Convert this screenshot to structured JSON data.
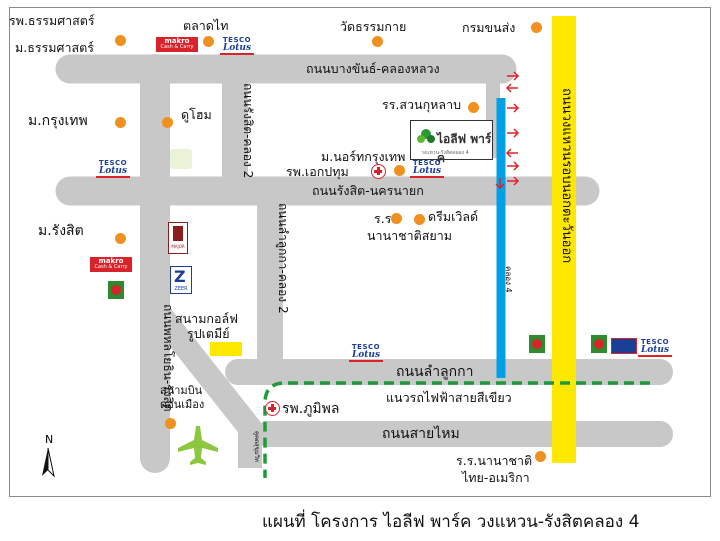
{
  "map": {
    "caption": "แผนที่ โครงการ ไอลีฟ พาร์ค วงแหวน-รังสิตคลอง 4",
    "north_label": "N",
    "roads": {
      "bangkhan": "ถนนบางขันธ์-คลองหลวง",
      "rangsit_nakhonnayok": "ถนนรังสิต-นครนายก",
      "lamlukka": "ถนนลำลูกกา",
      "saimai": "ถนนสายไหม",
      "rangsit_khlong2": "ถนนรังสิต-คลอง 2",
      "lamlukka_khlong2": "ถนนลำลูกกา-คลอง 2",
      "phahonyothin": "ถนนพหลโยธิน-รังสิต",
      "bts_route": "แนวรถไฟฟ้าสายสีเขียว",
      "ring_road": "ถนนวงแหวนรอบนอกตะวันออก",
      "canal4": "คลอง 4",
      "kukot": "คูคตสุขุมวิท"
    },
    "places": {
      "thammasat_hospital": "รพ.ธรรมศาสตร์",
      "thammasat_university": "ม.ธรรมศาสตร์",
      "talad_thai": "ตลาดไท",
      "wat_dhammakaya": "วัดธรรมกาย",
      "krom_khonsong": "กรมขนส่ง",
      "bangkok_university": "ม.กรุงเทพ",
      "dome": "ดูโฮม",
      "suankularb": "รร.สวนกุหลาบ",
      "north_bangkok_uni": "ม.นอร์ทกรุงเทพ",
      "ekpathum_hospital": "รพ.เอกปทุม",
      "rangsit_university": "ม.รังสิต",
      "rr_label": "ร.ร.",
      "nanachart_siam": "นานาชาติสยาม",
      "dream_world": "ดรีมเวิลด์",
      "golf_course": "สนามกอล์ฟ",
      "golf_course_2": "รูปเตมีย์",
      "don_mueang_1": "สนามบิน",
      "don_mueang_2": "ดอนเมือง",
      "bhumibol_hospital": "รพ.ภูมิพล",
      "thai_american_1": "ร.ร.นานาชาติ",
      "thai_american_2": "ไทย-อเมริกา"
    },
    "brands": {
      "makro": "makro",
      "makro_sub": "Cash & Carry",
      "tesco": "TESCO",
      "lotus": "Lotus",
      "major": "MAJOR",
      "zeer": "ZEER",
      "project_name": "ไอลีฟ พาร์ค",
      "project_sub": "วงแหวน-รังสิตคลอง 4"
    },
    "colors": {
      "road": "#c8c8c8",
      "project_highlight": "#ffe800",
      "ring_road": "#ffe800",
      "canal": "#00a0e6",
      "bts_green": "#1e9a3a",
      "poi": "#f0901e",
      "arrow": "#e0202a"
    }
  }
}
